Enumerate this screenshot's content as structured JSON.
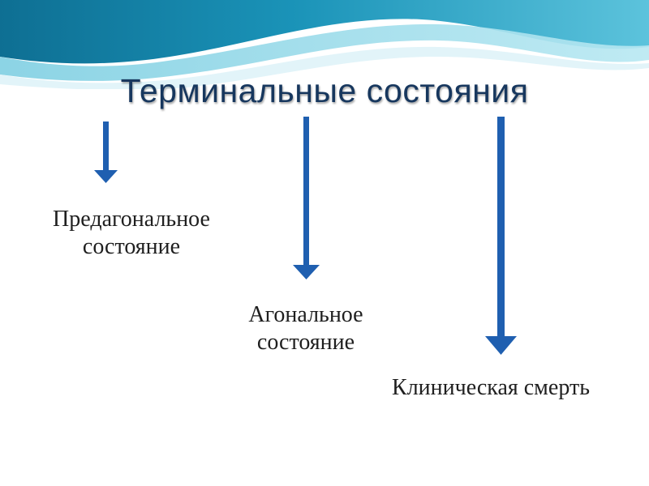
{
  "title": "Терминальные состояния",
  "colors": {
    "title": "#17375e",
    "arrow": "#1f5fb0",
    "wave_dark": "#1a8fb0",
    "wave_light": "#8fd6e6",
    "text": "#1f1f1f"
  },
  "nodes": [
    {
      "line1": "Предагональное",
      "line2": "состояние"
    },
    {
      "line1": "Агональное",
      "line2": "состояние"
    },
    {
      "line1": "Клиническая смерть",
      "line2": ""
    }
  ],
  "icons": [
    "arrow-down-icon",
    "arrow-down-icon",
    "arrow-down-icon"
  ]
}
